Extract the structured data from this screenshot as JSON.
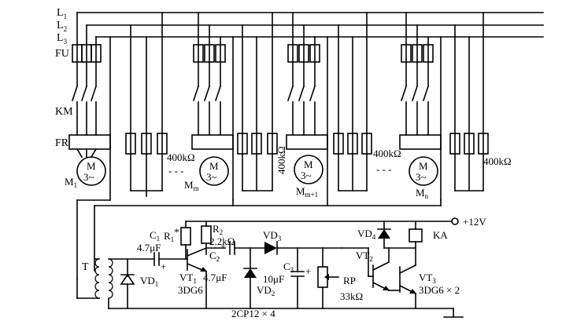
{
  "bus": {
    "l1": "L",
    "l1_sub": "1",
    "l2": "L",
    "l2_sub": "2",
    "l3": "L",
    "l3_sub": "3"
  },
  "labels": {
    "fu": "FU",
    "km": "KM",
    "fr": "FR",
    "motor_m": "M",
    "motor_3": "3~",
    "m1": "M",
    "m1_sub": "1",
    "mm": "M",
    "mm_sub": "m",
    "mm1": "M",
    "mm1_sub": "m+1",
    "mn": "M",
    "mn_sub": "n",
    "dash1": "- - -",
    "dash2": "- - -",
    "r400_1": "400kΩ",
    "r400_2": "400kΩ",
    "r400_3": "400kΩ",
    "r400_4": "400kΩ",
    "t": "T",
    "vd1": "VD",
    "vd1_sub": "1",
    "c1": "C",
    "c1_sub": "1",
    "c1_val": "4.7μF",
    "r1": "R",
    "r1_sub": "1",
    "r1_star": "*",
    "r2": "R",
    "r2_sub": "2",
    "r2_val": "2.2kΩ",
    "c2": "C",
    "c2_sub": "2",
    "c2_val": "4.7μF",
    "vd3": "VD",
    "vd3_sub": "3",
    "vd2": "VD",
    "vd2_sub": "2",
    "c3": "C",
    "c3_sub": "3",
    "c3_val": "10μF",
    "vt1": "VT",
    "vt1_sub": "1",
    "vt1_type": "3DG6",
    "vd4": "VD",
    "vd4_sub": "4",
    "ka": "KA",
    "vt2": "VT",
    "vt2_sub": "2",
    "vt3": "VT",
    "vt3_sub": "3",
    "vt3_type": "3DG6 × 2",
    "rp": "RP",
    "rp_val": "33kΩ",
    "supply": "+12V",
    "diodes_note": "2CP12 × 4",
    "plus": "+"
  }
}
